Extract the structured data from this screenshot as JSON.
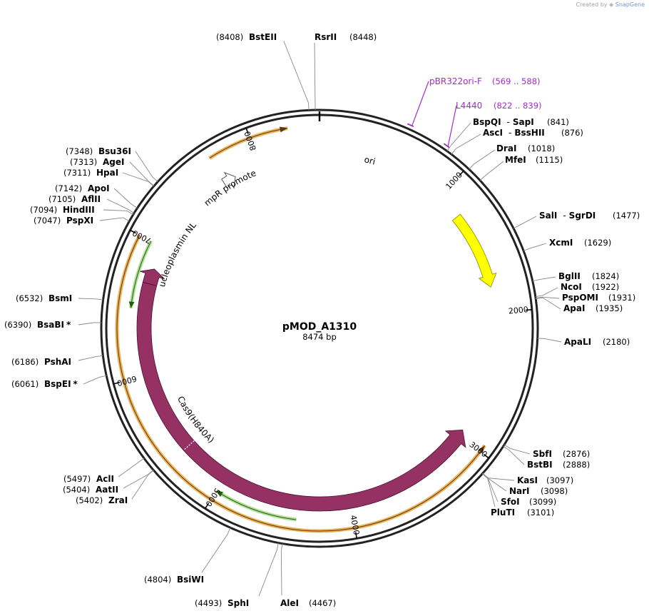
{
  "credit": {
    "prefix": "Created by",
    "brand": "SnapGene"
  },
  "plasmid": {
    "name": "pMOD_A1310",
    "size_label": "8474 bp",
    "total_bp": 8474
  },
  "colors": {
    "cas9": "#953163",
    "ori": "#ffff00",
    "orf": "#e8a53a",
    "green": "#3d9a1c",
    "primer": "#a02bd0"
  },
  "ticks": [
    {
      "label": "1000",
      "bp": 1000
    },
    {
      "label": "2000",
      "bp": 2000
    },
    {
      "label": "3000",
      "bp": 3000
    },
    {
      "label": "4000",
      "bp": 4000
    },
    {
      "label": "5000",
      "bp": 5000
    },
    {
      "label": "6000",
      "bp": 6000
    },
    {
      "label": "7000",
      "bp": 7000
    },
    {
      "label": "8000",
      "bp": 8000
    }
  ],
  "features": [
    {
      "name": "ori",
      "start": 1200,
      "end": 1800,
      "type": "origin",
      "direction": "forward",
      "icon": "yellow-arrow"
    },
    {
      "name": "Cas9(H840A)",
      "start": 2950,
      "end": 6700,
      "type": "cds",
      "direction": "reverse",
      "icon": "maroon-arrow"
    },
    {
      "name": "nucleoplasmin NLS",
      "start": 6700,
      "end": 6820,
      "type": "nls",
      "direction": "reverse",
      "icon": "maroon-arrow"
    },
    {
      "name": "AmpR promoter",
      "start": 7690,
      "end": 7790,
      "type": "promoter",
      "direction": "forward",
      "icon": "outline-arrow"
    }
  ],
  "orfs": [
    {
      "start": 7700,
      "end": 8260,
      "direction": "forward"
    },
    {
      "start": 2950,
      "end": 7000,
      "direction": "reverse"
    }
  ],
  "green_orfs": [
    {
      "start": 4400,
      "end": 5000,
      "direction": "forward"
    },
    {
      "start": 6500,
      "end": 7000,
      "direction": "reverse"
    }
  ],
  "primers": [
    {
      "name": "pBR322ori-F",
      "range": "(569 .. 588)"
    },
    {
      "name": "L4440",
      "range": "(822 .. 839)"
    }
  ],
  "enzymes_right": [
    {
      "names": [
        "BspQI",
        "SapI"
      ],
      "pos": "(841)",
      "bp": 841
    },
    {
      "names": [
        "AscI",
        "BssHII"
      ],
      "pos": "(876)",
      "bp": 876
    },
    {
      "names": [
        "DraI"
      ],
      "pos": "(1018)",
      "bp": 1018
    },
    {
      "names": [
        "MfeI"
      ],
      "pos": "(1115)",
      "bp": 1115
    },
    {
      "names": [
        "SalI",
        "SgrDI"
      ],
      "pos": "(1477)",
      "bp": 1477
    },
    {
      "names": [
        "XcmI"
      ],
      "pos": "(1629)",
      "bp": 1629
    },
    {
      "names": [
        "BglII"
      ],
      "pos": "(1824)",
      "bp": 1824
    },
    {
      "names": [
        "NcoI"
      ],
      "pos": "(1922)",
      "bp": 1922
    },
    {
      "names": [
        "PspOMI"
      ],
      "pos": "(1931)",
      "bp": 1931
    },
    {
      "names": [
        "ApaI"
      ],
      "pos": "(1935)",
      "bp": 1935
    },
    {
      "names": [
        "ApaLI"
      ],
      "pos": "(2180)",
      "bp": 2180
    },
    {
      "names": [
        "SbfI"
      ],
      "pos": "(2876)",
      "bp": 2876
    },
    {
      "names": [
        "BstBI"
      ],
      "pos": "(2888)",
      "bp": 2888
    },
    {
      "names": [
        "KasI"
      ],
      "pos": "(3097)",
      "bp": 3097
    },
    {
      "names": [
        "NarI"
      ],
      "pos": "(3098)",
      "bp": 3098
    },
    {
      "names": [
        "SfoI"
      ],
      "pos": "(3099)",
      "bp": 3099
    },
    {
      "names": [
        "PluTI"
      ],
      "pos": "(3101)",
      "bp": 3101
    }
  ],
  "enzymes_bottom": [
    {
      "names": [
        "AleI"
      ],
      "pos": "(4467)",
      "bp": 4467
    },
    {
      "names": [
        "SphI"
      ],
      "pos": "(4493)",
      "bp": 4493
    },
    {
      "names": [
        "BsiWI"
      ],
      "pos": "(4804)",
      "bp": 4804
    }
  ],
  "enzymes_left": [
    {
      "names": [
        "ZraI"
      ],
      "pos": "(5402)",
      "bp": 5402
    },
    {
      "names": [
        "AatII"
      ],
      "pos": "(5404)",
      "bp": 5404
    },
    {
      "names": [
        "AclI"
      ],
      "pos": "(5497)",
      "bp": 5497
    },
    {
      "names": [
        "BspEI",
        "*"
      ],
      "pos": "(6061)",
      "bp": 6061
    },
    {
      "names": [
        "PshAI"
      ],
      "pos": "(6186)",
      "bp": 6186
    },
    {
      "names": [
        "BsaBI",
        "*"
      ],
      "pos": "(6390)",
      "bp": 6390
    },
    {
      "names": [
        "BsmI"
      ],
      "pos": "(6532)",
      "bp": 6532
    },
    {
      "names": [
        "PspXI"
      ],
      "pos": "(7047)",
      "bp": 7047
    },
    {
      "names": [
        "HindIII"
      ],
      "pos": "(7094)",
      "bp": 7094
    },
    {
      "names": [
        "AflII"
      ],
      "pos": "(7105)",
      "bp": 7105
    },
    {
      "names": [
        "ApoI"
      ],
      "pos": "(7142)",
      "bp": 7142
    },
    {
      "names": [
        "HpaI"
      ],
      "pos": "(7311)",
      "bp": 7311
    },
    {
      "names": [
        "AgeI"
      ],
      "pos": "(7313)",
      "bp": 7313
    },
    {
      "names": [
        "Bsu36I"
      ],
      "pos": "(7348)",
      "bp": 7348
    }
  ],
  "enzymes_top": [
    {
      "names": [
        "BstEII"
      ],
      "pos": "(8408)",
      "bp": 8408
    },
    {
      "names": [
        "RsrII"
      ],
      "pos": "(8448)",
      "bp": 8448
    }
  ]
}
